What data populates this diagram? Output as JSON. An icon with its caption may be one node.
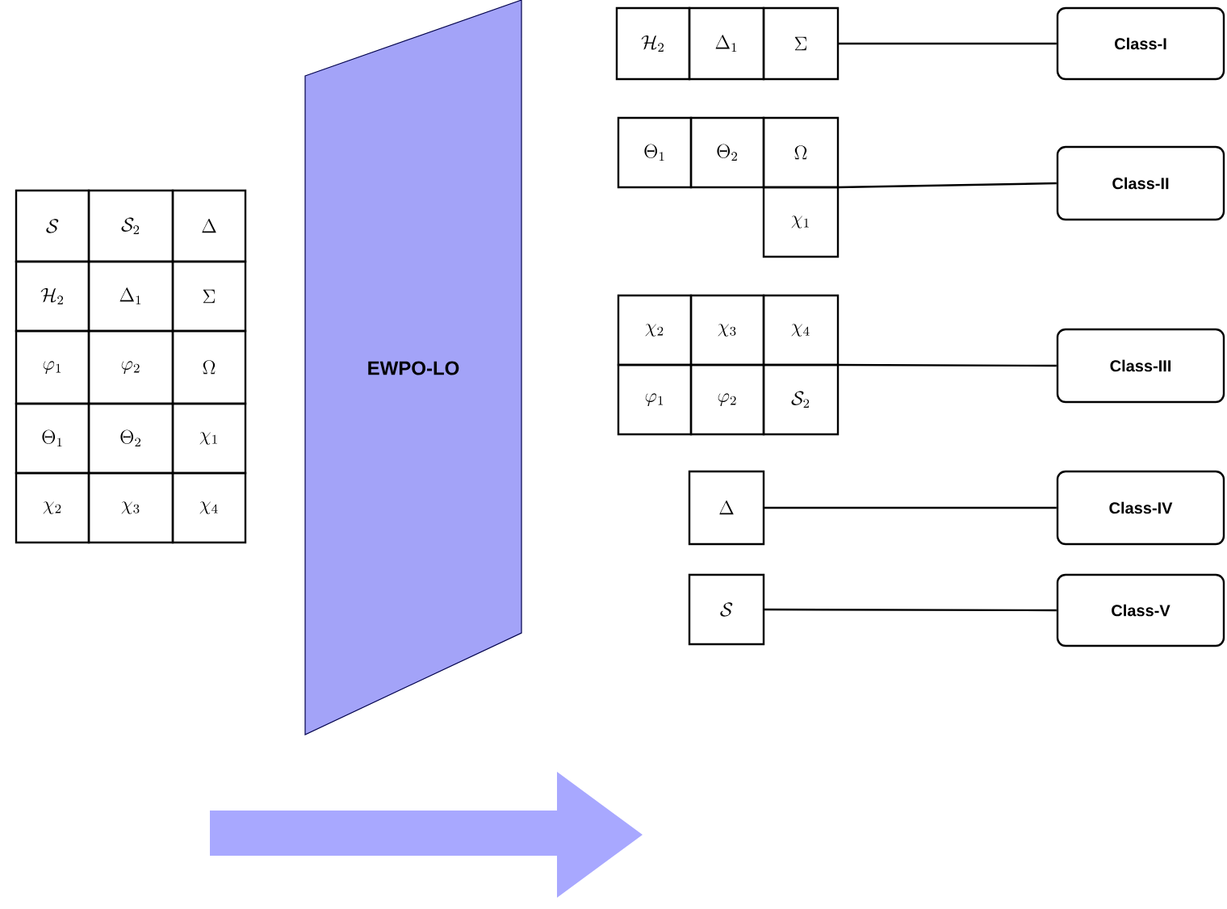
{
  "diagram": {
    "nodes": [
      {
        "text": [
          "EWPO-LO"
        ]
      },
      {
        "text": [
          "\\mathcal{H}_2",
          "\\Delta_1",
          "\\Sigma"
        ]
      },
      {
        "text": [
          "Class-I"
        ]
      },
      {
        "text": [
          "\\Theta_1",
          "\\Theta_2",
          "\\Omega",
          "\\chi_1"
        ]
      },
      {
        "text": [
          "Class-II"
        ]
      },
      {
        "text": [
          "\\chi_2",
          "\\chi_3",
          "\\chi_4",
          "\\varphi_1",
          "\\varphi_2",
          "\\mathcal{S}_2"
        ]
      },
      {
        "text": [
          "Class-III"
        ]
      },
      {
        "text": [
          "\\Delta"
        ]
      },
      {
        "text": [
          "Class-IV"
        ]
      },
      {
        "text": [
          "\\mathcal{S}"
        ]
      },
      {
        "text": [
          "Class-V"
        ]
      }
    ],
    "edges": [
      {
        "from": 1,
        "to": 2,
        "arrow": "none"
      },
      {
        "from": 3,
        "to": 4,
        "arrow": "none"
      },
      {
        "from": 5,
        "to": 6,
        "arrow": "none"
      },
      {
        "from": 7,
        "to": 8,
        "arrow": "none"
      },
      {
        "from": 9,
        "to": 10,
        "arrow": "none"
      }
    ],
    "labels": [
      "\\mathcal{S}",
      "\\mathcal{S}_2",
      "\\Delta",
      "\\mathcal{H}_2",
      "\\Delta_1",
      "\\Sigma",
      "\\varphi_1",
      "\\varphi_2",
      "\\Omega",
      "\\Theta_1",
      "\\Theta_2",
      "\\chi_1",
      "\\chi_2",
      "\\chi_3",
      "\\chi_4"
    ]
  }
}
